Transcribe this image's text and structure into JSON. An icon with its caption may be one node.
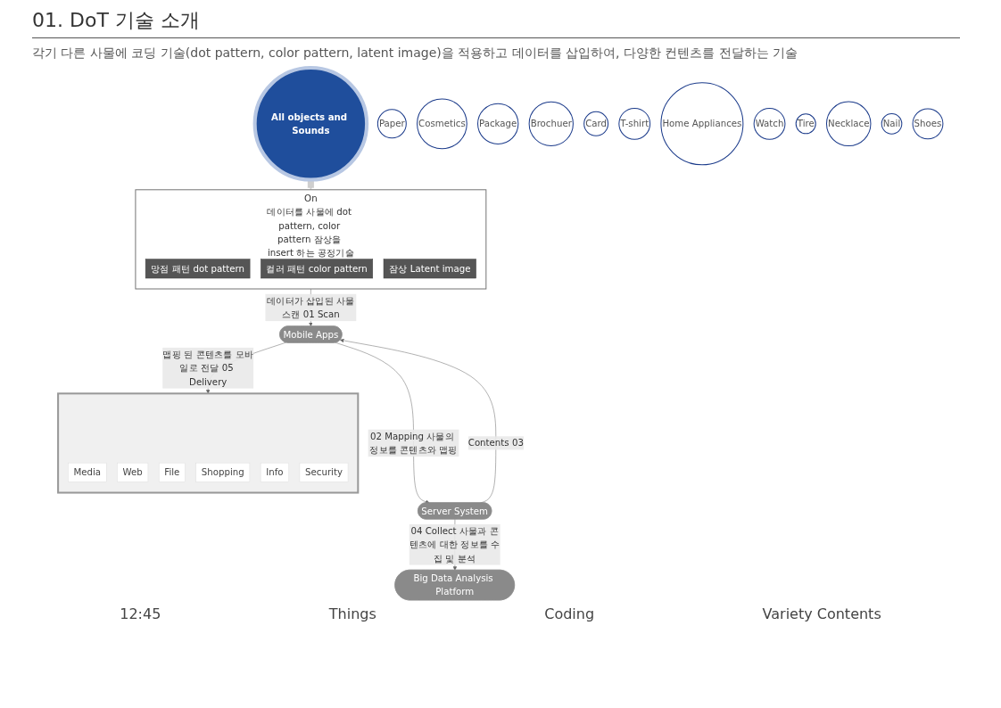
{
  "diagram": {
    "title": "01. DoT 기술 소개",
    "nodes": [
      {
        "text": [
          "All objects and Sounds"
        ]
      },
      {
        "text": [
          "Paper"
        ]
      },
      {
        "text": [
          "Cosmetics"
        ]
      },
      {
        "text": [
          "Package"
        ]
      },
      {
        "text": [
          "Brochuer"
        ]
      },
      {
        "text": [
          "Card"
        ]
      },
      {
        "text": [
          "T-shirt"
        ]
      },
      {
        "text": [
          "Home Appliances"
        ]
      },
      {
        "text": [
          "Watch"
        ]
      },
      {
        "text": [
          "Tire"
        ]
      },
      {
        "text": [
          "Necklace"
        ]
      },
      {
        "text": [
          "Nail"
        ]
      },
      {
        "text": [
          "Shoes"
        ]
      },
      {
        "text": [
          "On",
          "데이터를 사물에 dot pattern, color pattern 잠상을 insert 하는 공정기술"
        ]
      },
      {
        "text": [
          "망점 패턴 dot pattern"
        ],
        "in": 13
      },
      {
        "text": [
          "컬러 패턴 color pattern"
        ],
        "in": 13
      },
      {
        "text": [
          "잠상 Latent image"
        ],
        "in": 13
      },
      {
        "text": [
          "Mobile Apps"
        ]
      },
      {
        "text": [
          "Server System"
        ]
      },
      {
        "text": [
          "Big Data Analysis Platform"
        ]
      },
      {
        "text": [],
        "shape": "picture"
      },
      {
        "text": [
          "Media"
        ],
        "in": 20
      },
      {
        "text": [
          "Web"
        ],
        "in": 20
      },
      {
        "text": [
          "File"
        ],
        "in": 20
      },
      {
        "text": [
          "Shopping"
        ],
        "in": 20
      },
      {
        "text": [
          "Info"
        ],
        "in": 20
      },
      {
        "text": [
          "Security"
        ],
        "in": 20
      }
    ],
    "edges": [
      {
        "from": 0,
        "to": 13,
        "arrow": "to",
        "style": "thick",
        "color": "#cfcfcf"
      },
      {
        "from": 13,
        "to": 17,
        "arrow": "to",
        "label": "데이터가 삽입된 사물스캔 01 Scan"
      },
      {
        "from": 17,
        "to": 18,
        "arrow": "to",
        "label": "02 Mapping 사물의 정보를 콘텐츠와 맵핑"
      },
      {
        "from": 18,
        "to": 17,
        "arrow": "to",
        "label": "Contents 03"
      },
      {
        "from": 18,
        "to": 19,
        "arrow": "to",
        "label": "04 Collect 사물과 콘텐츠에 대한 정보를 수집 및 분석"
      },
      {
        "from": 17,
        "to": 20,
        "arrow": "to",
        "label": "맵핑 된 콘텐츠를 모바일로 전달 05 Delivery"
      }
    ],
    "labels": [
      "각기 다른 사물에 코딩 기술(dot pattern, color pattern, latent image)을 적용하고 데이터를 삽입하여, 다양한 컨텐츠를 전달하는 기술",
      "12:45",
      "Things",
      "Coding",
      "Variety Contents"
    ]
  }
}
